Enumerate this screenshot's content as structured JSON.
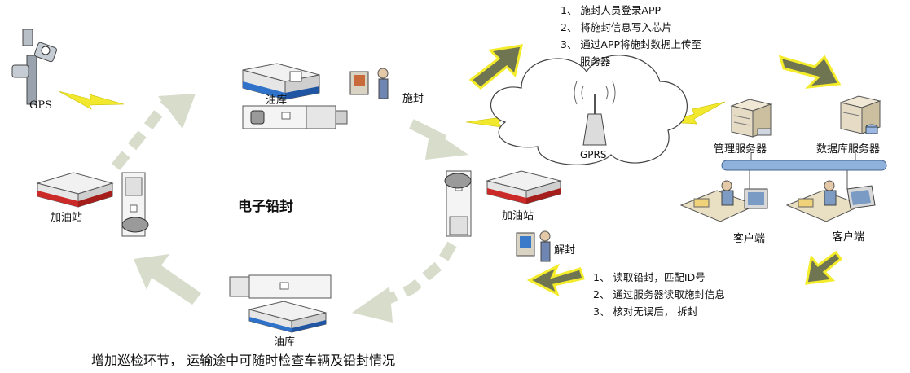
{
  "nodes": {
    "gps": "GPS",
    "depot_top": "油库",
    "seal_action": "施封",
    "gprs": "GPRS",
    "mgmt_server": "管理服务器",
    "db_server": "数据库服务器",
    "client_left": "客户端",
    "client_right": "客户端",
    "station_left": "加油站",
    "station_right": "加油站",
    "unseal_action": "解封",
    "depot_bottom": "油库"
  },
  "center_title": "电子铅封",
  "seal_steps": [
    "1、 施封人员登录APP",
    "2、 将施封信息写入芯片",
    "3、 通过APP将施封数据上传至",
    "服务器"
  ],
  "unseal_steps": [
    "1、 读取铅封，匹配ID号",
    "2、 通过服务器读取施封信息",
    "3、 核对无误后， 拆封"
  ],
  "caption": "增加巡检环节， 运输途中可随时检查车辆及铅封情况",
  "colors": {
    "arrow_dark": "#6f7451",
    "arrow_border": "#f4ec2a",
    "arrow_light": "#d7dccb",
    "lightning": "#f2e82e",
    "pipe": "#8fb2dd",
    "depot_band": "#2f72c9",
    "station_band": "#cc2a28"
  }
}
